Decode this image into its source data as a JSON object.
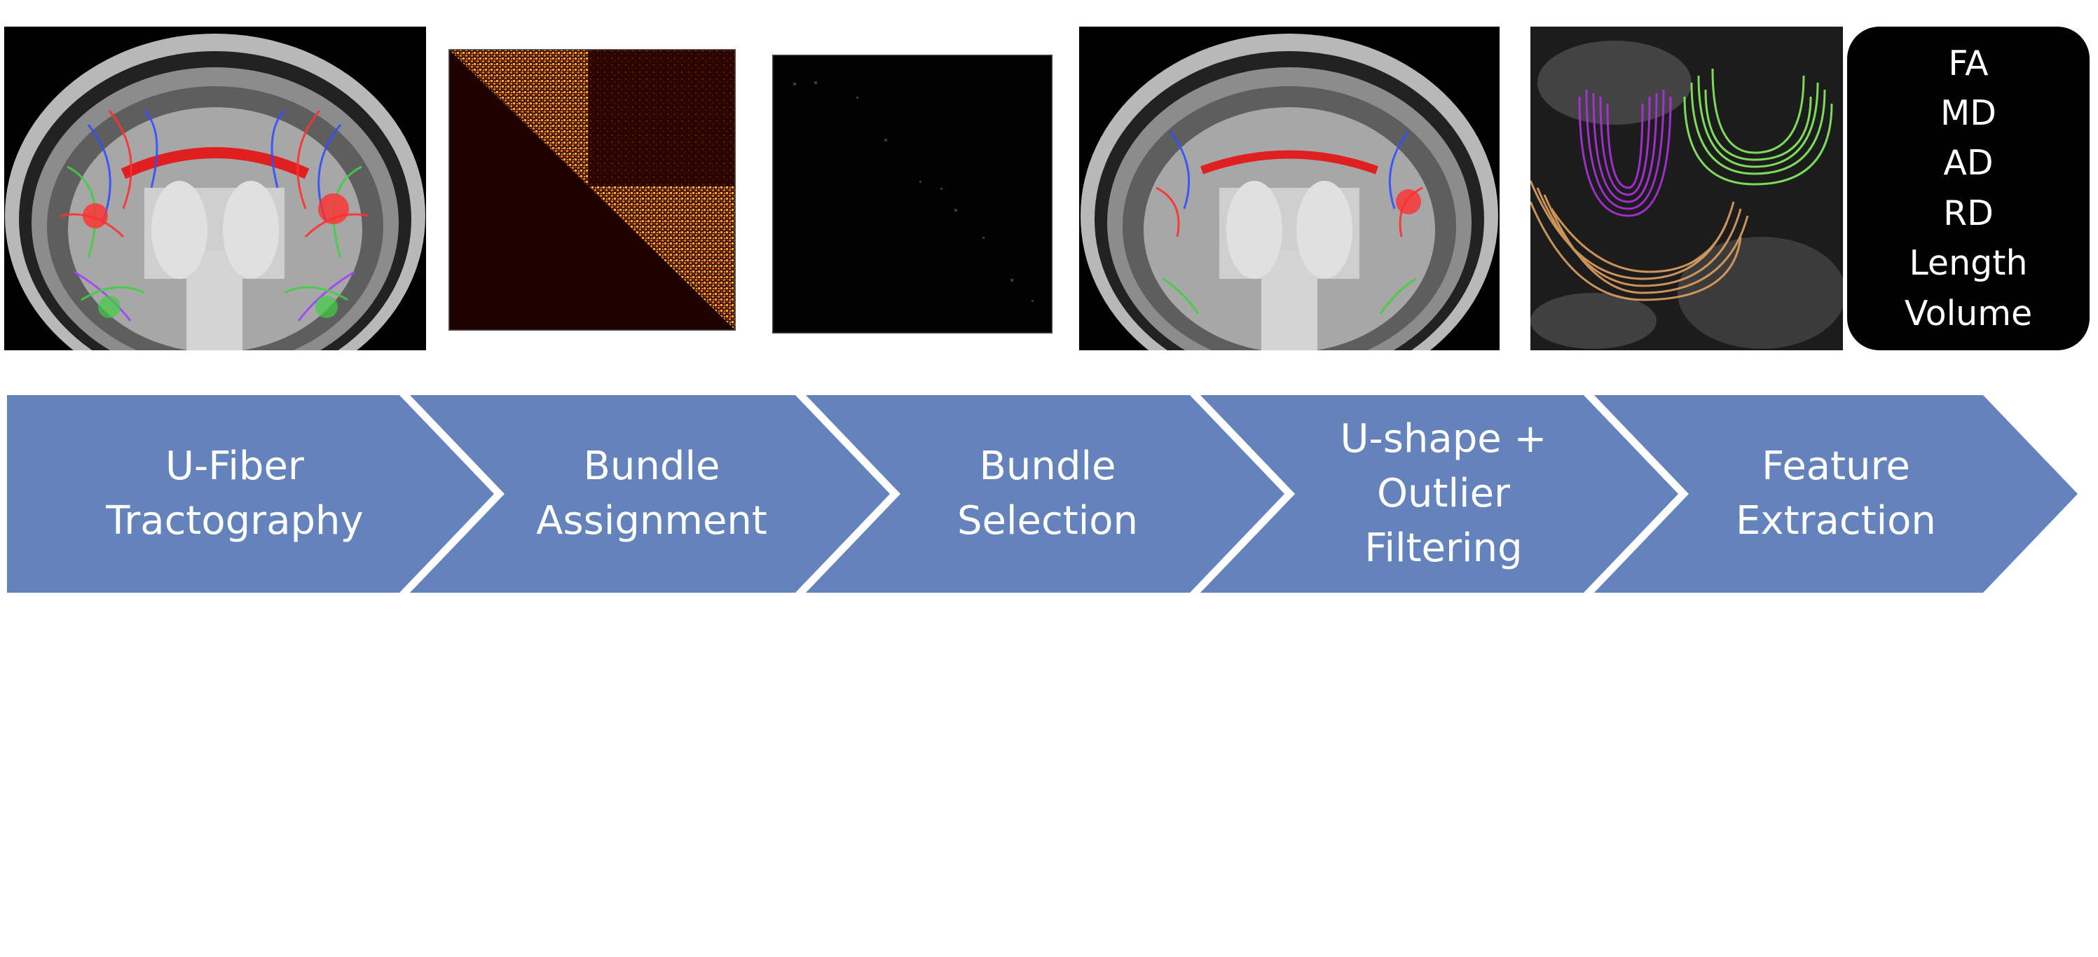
{
  "colors": {
    "chevron_fill": "#6482bc",
    "chevron_gap": "#ffffff",
    "feature_box_bg": "#000000",
    "label_text": "#ffffff"
  },
  "panels": [
    {
      "id": "brain-tractography",
      "icon": "coronal-brain-mri-with-colored-fibers-icon"
    },
    {
      "id": "connectivity-matrix",
      "icon": "triangular-heatmap-matrix-icon"
    },
    {
      "id": "selected-matrix",
      "icon": "sparse-dark-matrix-icon"
    },
    {
      "id": "brain-filtered",
      "icon": "coronal-brain-mri-filtered-fibers-icon"
    },
    {
      "id": "u-fiber-bundles",
      "icon": "3d-u-fiber-bundles-icon"
    }
  ],
  "features": [
    "FA",
    "MD",
    "AD",
    "RD",
    "Length",
    "Volume"
  ],
  "steps": [
    {
      "label": "U-Fiber\nTractography"
    },
    {
      "label": "Bundle\nAssignment"
    },
    {
      "label": "Bundle\nSelection"
    },
    {
      "label": "U-shape +\nOutlier\nFiltering"
    },
    {
      "label": "Feature\nExtraction"
    }
  ]
}
